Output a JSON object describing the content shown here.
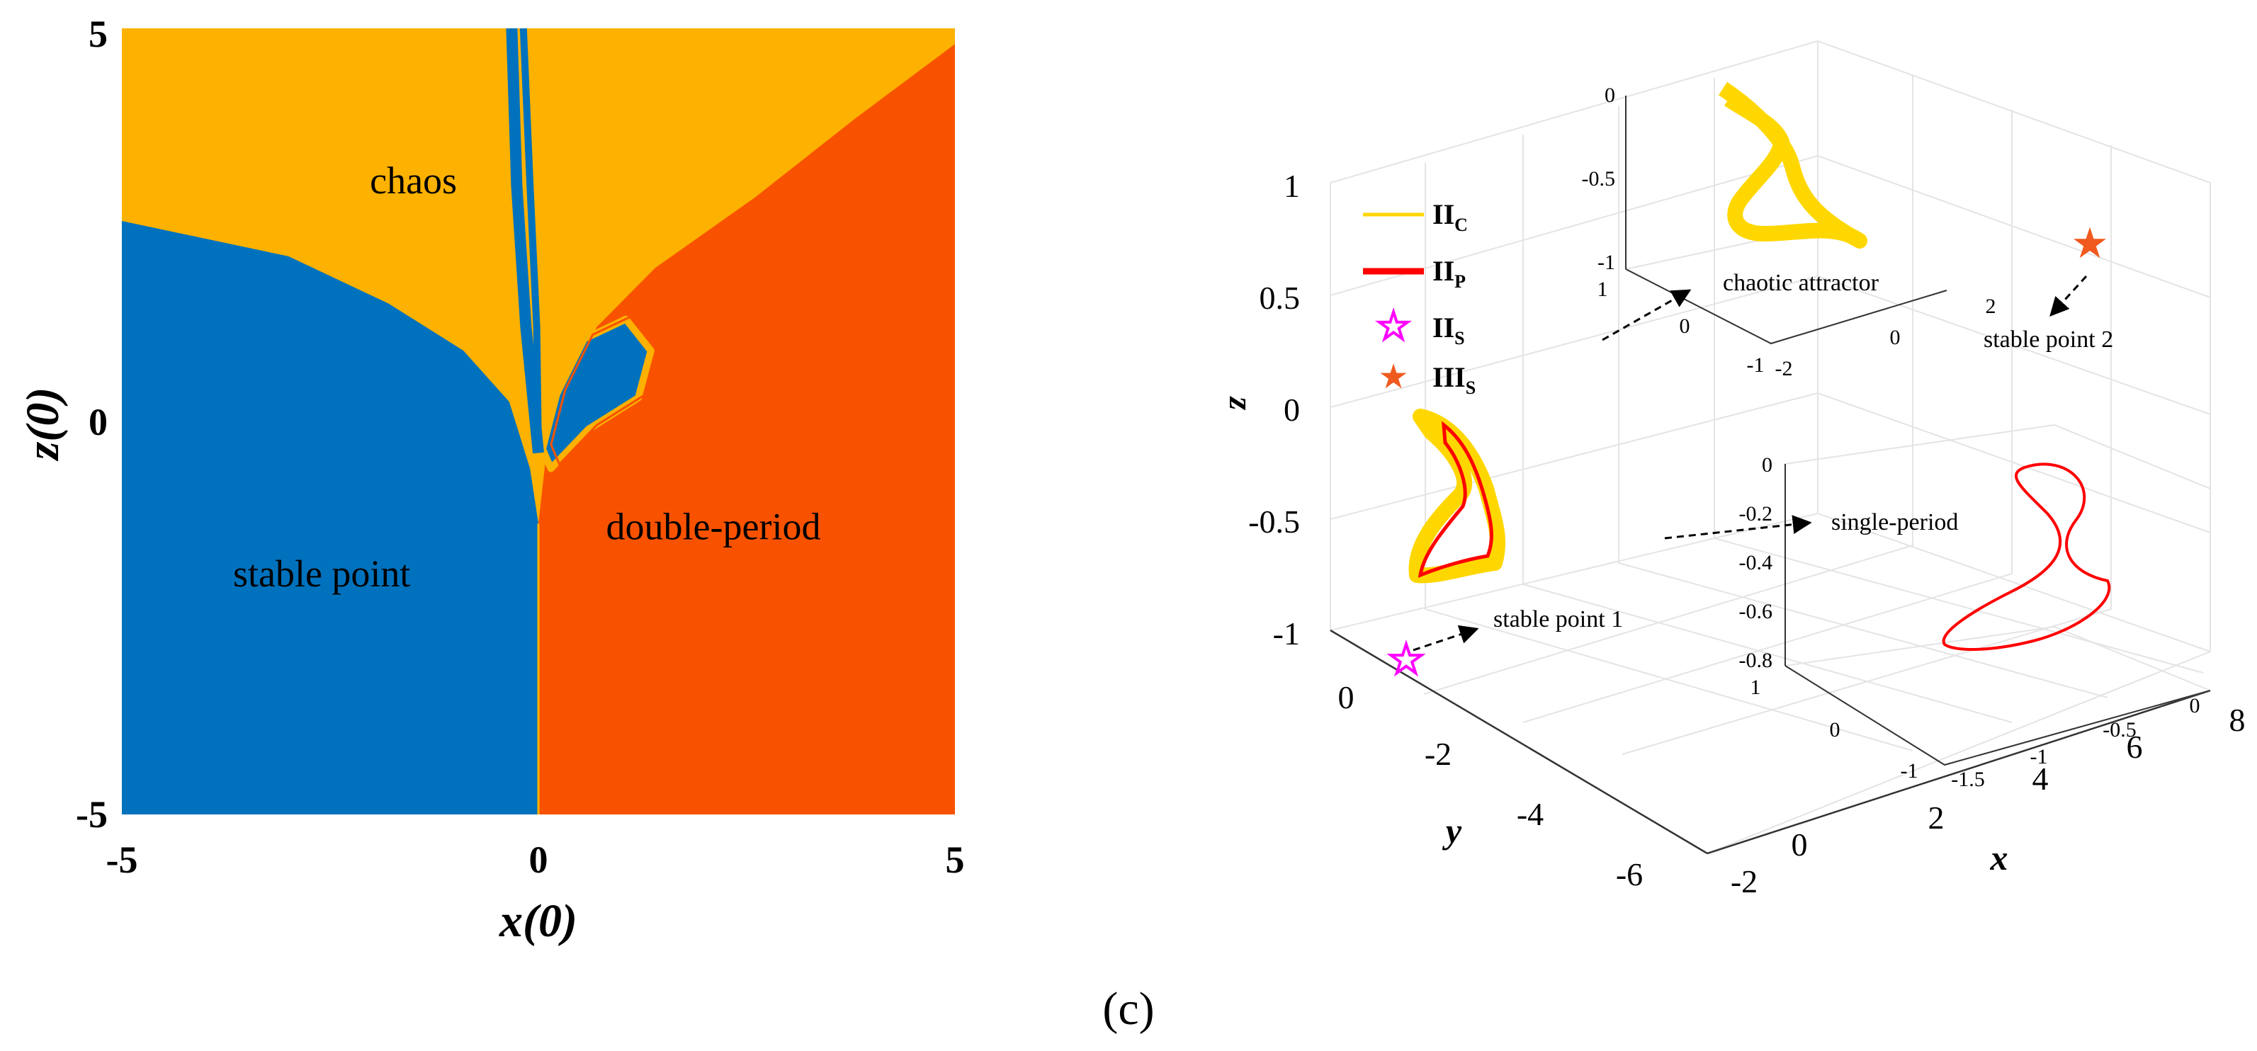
{
  "figure_label": "(c)",
  "colors": {
    "chaos": "#FDB100",
    "stable_point": "#0072BD",
    "double_period": "#F85200",
    "chaotic_trajectory": "#FFD700",
    "periodic_trajectory": "#FF0000",
    "stable_point_II": "#FF00FF",
    "stable_point_III": "#F05A1E",
    "grid": "#E4E4E4",
    "axis": "#333333"
  },
  "chart_data": [
    {
      "type": "heatmap",
      "title": "",
      "xlabel": "x(0)",
      "ylabel": "z(0)",
      "xlim": [
        -5,
        5
      ],
      "ylim": [
        -5,
        5
      ],
      "xticks": [
        "-5",
        "0",
        "5"
      ],
      "yticks": [
        "-5",
        "0",
        "5"
      ],
      "grid": false,
      "regions": [
        {
          "name": "chaos",
          "label": "chaos",
          "anchor": [
            -1.5,
            2.9
          ]
        },
        {
          "name": "stable_point",
          "label": "stable point",
          "anchor": [
            -2.6,
            -2.1
          ]
        },
        {
          "name": "double_period",
          "label": "double-period",
          "anchor": [
            2.1,
            -1.5
          ]
        }
      ],
      "boundaries": {
        "stable_vs_chaos_left": [
          [
            -5,
            2.55
          ],
          [
            -3,
            2.1
          ],
          [
            -1.8,
            1.5
          ],
          [
            -0.9,
            0.9
          ],
          [
            -0.35,
            0.25
          ],
          [
            -0.1,
            -0.6
          ],
          [
            0,
            -1.3
          ]
        ],
        "double_vs_chaos_right": [
          [
            0,
            -1.3
          ],
          [
            0.08,
            -0.55
          ],
          [
            0.3,
            0.3
          ],
          [
            0.7,
            1.2
          ],
          [
            1.4,
            1.95
          ],
          [
            2.6,
            2.85
          ],
          [
            3.8,
            3.85
          ],
          [
            5,
            4.8
          ]
        ],
        "stable_vs_double_divider": [
          [
            0,
            -5
          ],
          [
            0,
            -1.3
          ]
        ],
        "loop_island": [
          [
            0.15,
            -0.6
          ],
          [
            0.6,
            -0.1
          ],
          [
            1.2,
            0.3
          ],
          [
            1.35,
            0.9
          ],
          [
            1.05,
            1.3
          ],
          [
            0.55,
            1.05
          ],
          [
            0.22,
            0.35
          ],
          [
            0.05,
            -0.35
          ]
        ],
        "left_spike": [
          [
            -0.32,
            5
          ],
          [
            -0.26,
            3
          ],
          [
            -0.15,
            1.2
          ],
          [
            0,
            -0.4
          ]
        ],
        "right_spike": [
          [
            -0.18,
            5
          ],
          [
            -0.1,
            3
          ],
          [
            -0.02,
            1.2
          ],
          [
            0,
            -0.4
          ]
        ]
      }
    },
    {
      "type": "line",
      "projection": "3d",
      "xlabel": "x",
      "ylabel": "y",
      "zlabel": "z",
      "xticks": [
        "0",
        "2",
        "4",
        "6",
        "8"
      ],
      "yticks": [
        "0",
        "-2",
        "-4",
        "-6"
      ],
      "zticks": [
        "1",
        "0.5",
        "0",
        "-0.5",
        "-1"
      ],
      "extra_tick_labels": [
        "-2"
      ],
      "legend": [
        {
          "label": "II",
          "subscript": "C",
          "marker": "line",
          "color": "#FFD700"
        },
        {
          "label": "II",
          "subscript": "P",
          "marker": "line",
          "color": "#FF0000"
        },
        {
          "label": "II",
          "subscript": "S",
          "marker": "star",
          "color": "#FF00FF"
        },
        {
          "label": "III",
          "subscript": "S",
          "marker": "star",
          "color": "#F05A1E"
        }
      ],
      "legend_position": "top-left",
      "annotations": [
        "chaotic attractor",
        "stable point 2",
        "single-period",
        "stable point 1"
      ],
      "stable_point_1": {
        "x": 0,
        "y": 0,
        "z": -1
      },
      "insets": [
        {
          "name": "chaotic-attractor-inset",
          "zticks": [
            "0",
            "-0.5",
            "-1"
          ],
          "xticks": [
            "-1",
            "0",
            "1"
          ],
          "yticks": [
            "-2",
            "0",
            "2"
          ]
        },
        {
          "name": "single-period-inset",
          "zticks": [
            "0",
            "-0.2",
            "-0.4",
            "-0.6",
            "-0.8"
          ],
          "xticks": [
            "-1",
            "0",
            "1"
          ],
          "yticks": [
            "-1.5",
            "-1",
            "-0.5",
            "0"
          ]
        }
      ]
    }
  ]
}
